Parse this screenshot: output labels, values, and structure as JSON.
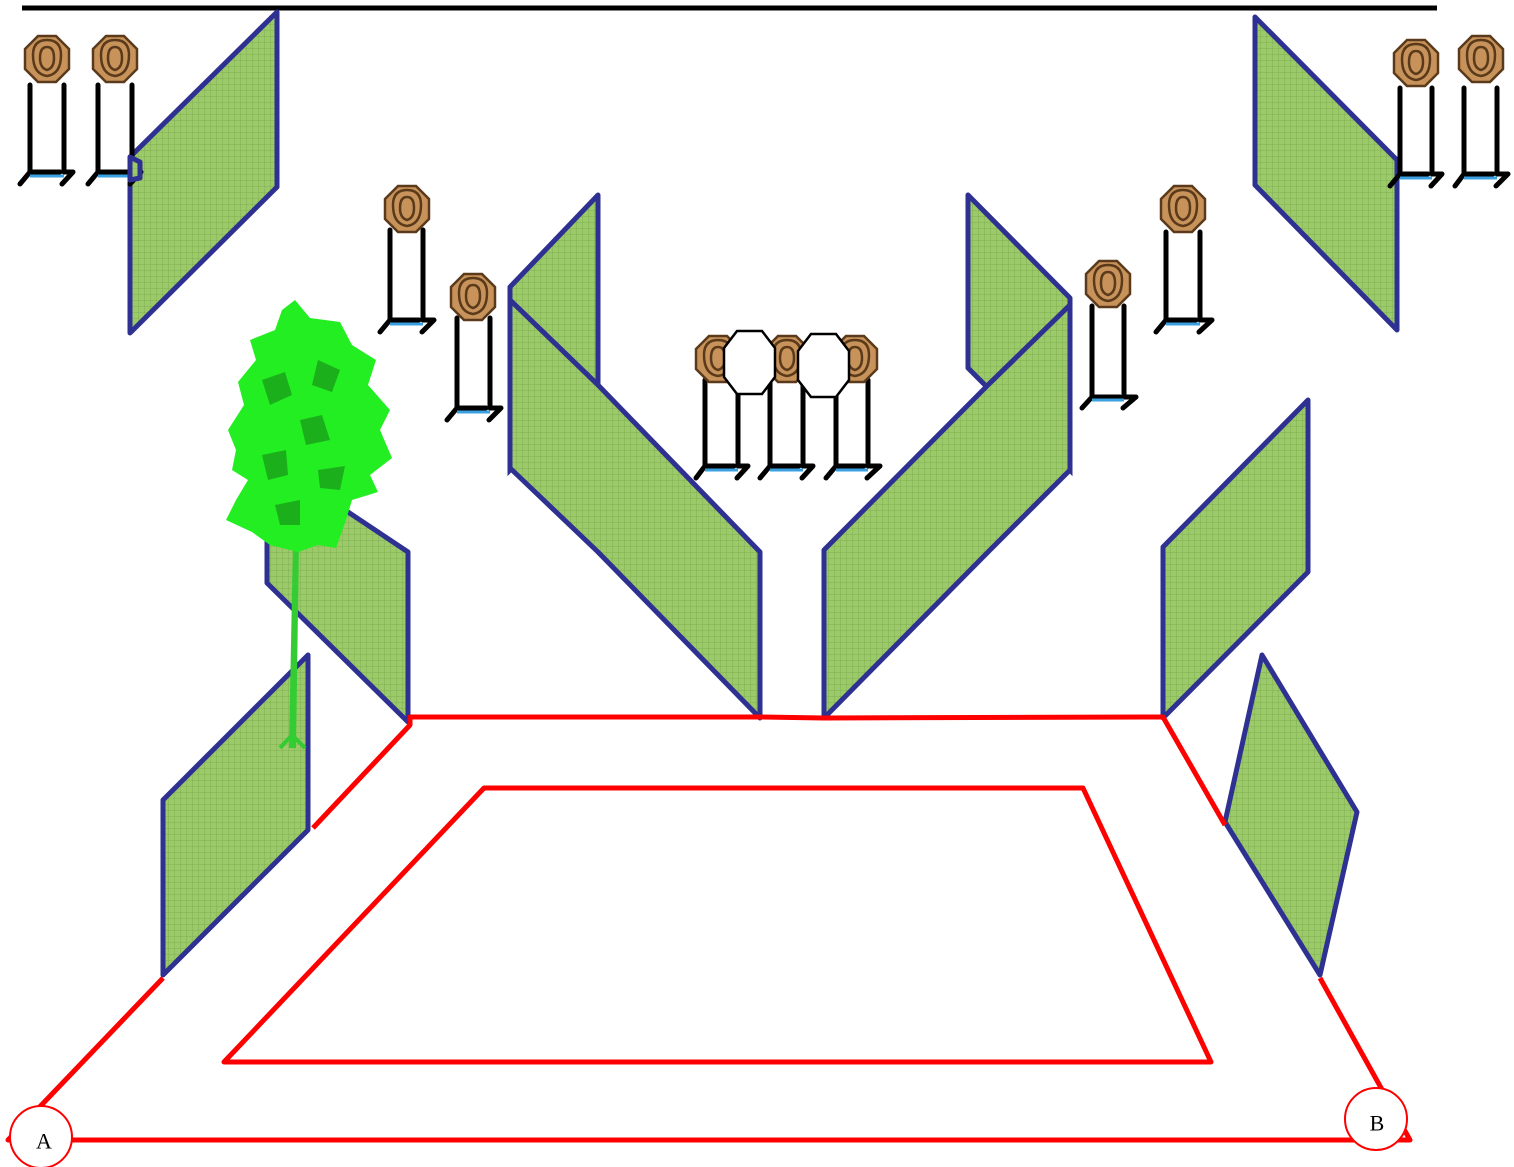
{
  "start_positions": [
    {
      "id": "A",
      "label": "A"
    },
    {
      "id": "B",
      "label": "B"
    }
  ],
  "colors": {
    "fault_line": "#ff0000",
    "wall_stroke": "#2e3192",
    "wall_fill": "#9cc96a",
    "target_face": "#c8935a",
    "tree": "#22dd22"
  },
  "icons": {
    "target": "paper-target-icon",
    "no_shoot": "no-shoot-target-icon",
    "tree": "tree-icon"
  }
}
